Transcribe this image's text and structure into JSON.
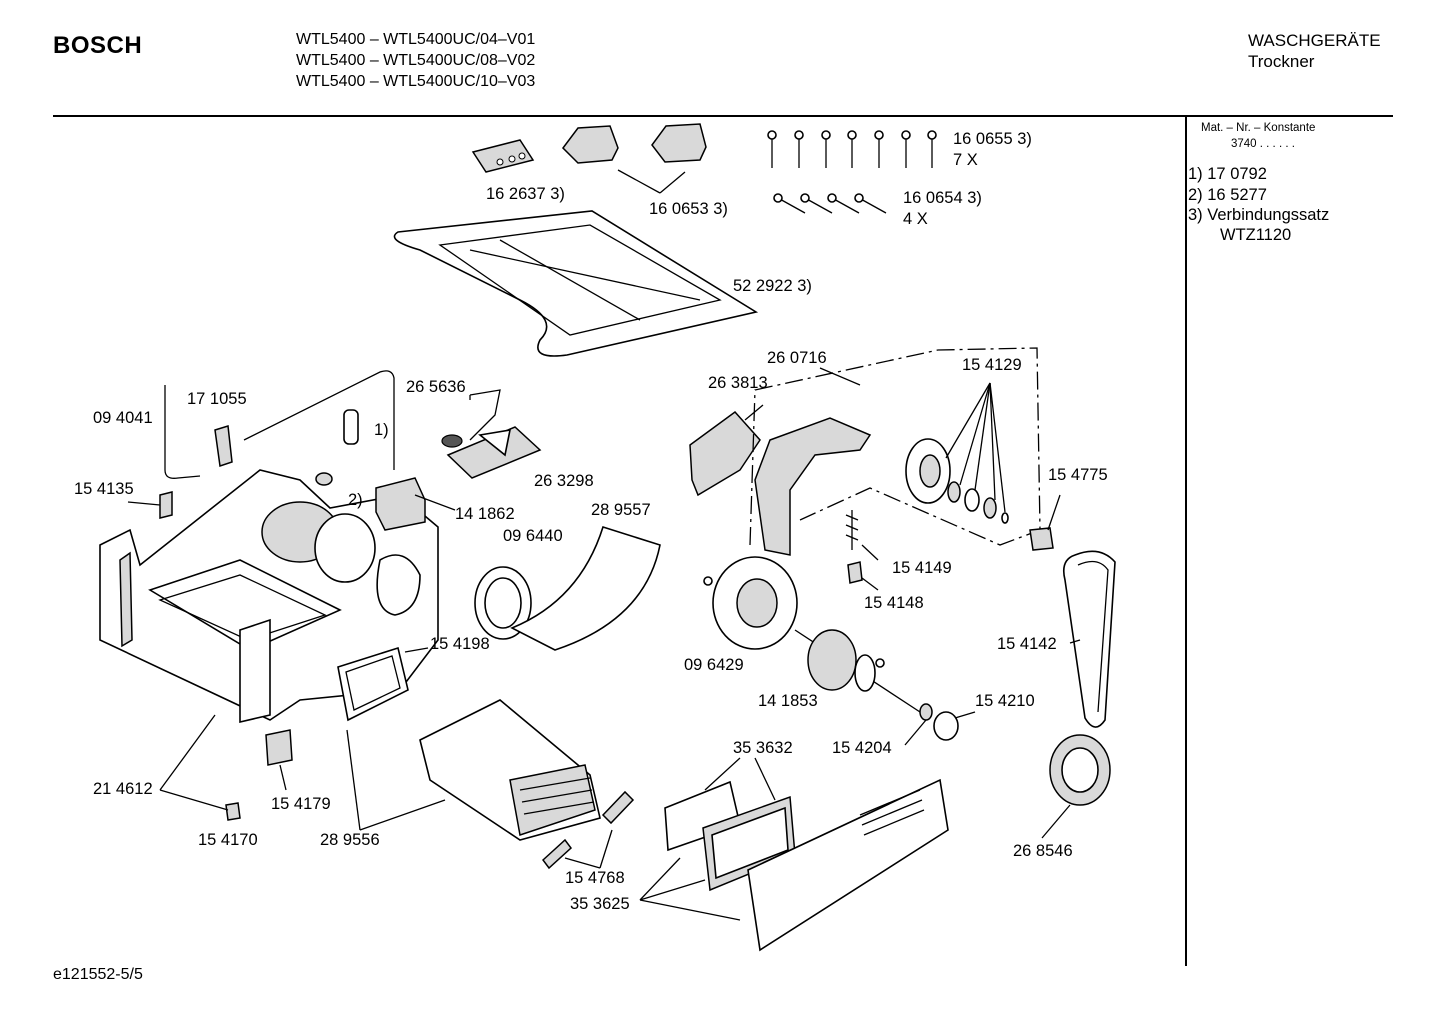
{
  "header": {
    "brand": "BOSCH",
    "models": [
      "WTL5400 – WTL5400UC/04–V01",
      "WTL5400 – WTL5400UC/08–V02",
      "WTL5400 – WTL5400UC/10–V03"
    ],
    "category": "WASCHGERÄTE",
    "subcategory": "Trockner"
  },
  "sidebar": {
    "heading": "Mat. – Nr. – Konstante",
    "constant": "3740  .  .  .  .  .  .",
    "notes": [
      "1)  17 0792",
      "2)  16 5277",
      "3)  Verbindungssatz",
      "WTZ1120"
    ]
  },
  "labels": {
    "p162637": "16 2637 3)",
    "p160653": "16 0653 3)",
    "p160655": "16 0655 3)",
    "p160655qty": "7 X",
    "p160654": "16 0654 3)",
    "p160654qty": "4 X",
    "p522922": "52 2922 3)",
    "p260716": "26 0716",
    "p154129": "15 4129",
    "p263813": "26 3813",
    "p265636": "26 5636",
    "p171055": "17 1055",
    "p094041": "09 4041",
    "note1": "1)",
    "note2": "2)",
    "p154135": "15 4135",
    "p263298": "26 3298",
    "p141862": "14 1862",
    "p289557": "28 9557",
    "p096440": "09 6440",
    "p154775": "15 4775",
    "p154149": "15 4149",
    "p154148": "15 4148",
    "p154198": "15 4198",
    "p096429": "09 6429",
    "p154142": "15 4142",
    "p141853": "14 1853",
    "p154210": "15 4210",
    "p154204": "15 4204",
    "p353632": "35 3632",
    "p214612": "21 4612",
    "p154179": "15 4179",
    "p154170": "15 4170",
    "p289556": "28 9556",
    "p154768": "15 4768",
    "p353625": "35 3625",
    "p268546": "26 8546"
  },
  "footer": {
    "doc_id": "e121552-5/5"
  }
}
